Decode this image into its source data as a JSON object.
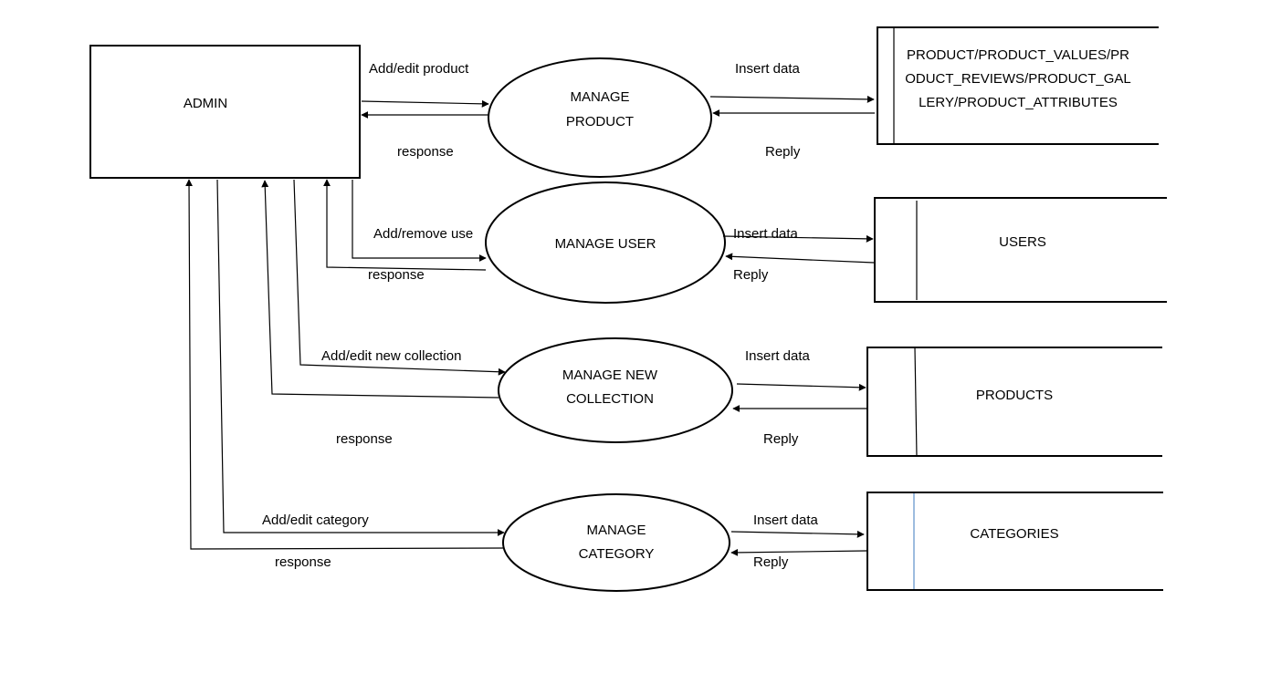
{
  "entity": {
    "label": "ADMIN"
  },
  "processes": {
    "manage_product": {
      "line1": "MANAGE",
      "line2": "PRODUCT"
    },
    "manage_user": {
      "line1": "MANAGE USER"
    },
    "manage_new_collection": {
      "line1": "MANAGE NEW",
      "line2": "COLLECTION"
    },
    "manage_category": {
      "line1": "MANAGE",
      "line2": "CATEGORY"
    }
  },
  "stores": {
    "product_tables": {
      "line1": "PRODUCT/PRODUCT_VALUES/PR",
      "line2": "ODUCT_REVIEWS/PRODUCT_GAL",
      "line3": "LERY/PRODUCT_ATTRIBUTES"
    },
    "users": {
      "label": "USERS"
    },
    "products": {
      "label": "PRODUCTS"
    },
    "categories": {
      "label": "CATEGORIES"
    }
  },
  "flows": {
    "add_edit_product": "Add/edit product",
    "response_product": "response",
    "add_remove_user": "Add/remove use",
    "response_user": "response",
    "add_edit_new_collection": "Add/edit new collection",
    "response_collection": "response",
    "add_edit_category": "Add/edit category",
    "response_category": "response",
    "insert_product": "Insert data",
    "reply_product": "Reply",
    "insert_user": "Insert data",
    "reply_user": "Reply",
    "insert_collection": "Insert data",
    "reply_collection": "Reply",
    "insert_category": "Insert data",
    "reply_category": "Reply"
  }
}
